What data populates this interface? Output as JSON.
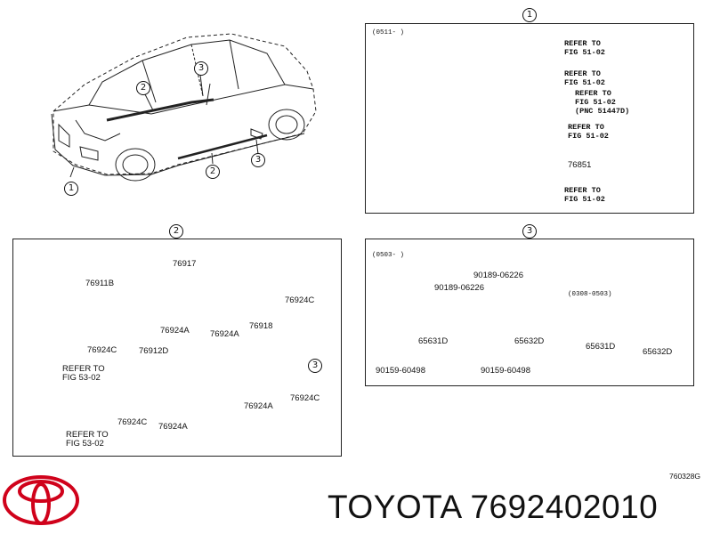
{
  "callouts": {
    "one": "1",
    "two": "2",
    "three": "3"
  },
  "panel_front": {
    "header": "(0511-      )",
    "refer_to": "REFER TO",
    "fig_51_02": "FIG 51-02",
    "pnc": "(PNC 51447D)",
    "part_76851": "76851"
  },
  "panel_side": {
    "p76917": "76917",
    "p76911B": "76911B",
    "p76924C": "76924C",
    "p76924A": "76924A",
    "p76918": "76918",
    "p76912D": "76912D",
    "refer_to": "REFER TO",
    "fig_53_02": "FIG 53-02"
  },
  "panel_rear": {
    "header_main": "(0503-      )",
    "header_sub": "(0308-0503)",
    "p90189": "90189-06226",
    "p65631D": "65631D",
    "p65632D": "65632D",
    "p90159": "90159-60498"
  },
  "drawing_code": "760328G",
  "brand": {
    "name": "TOYOTA",
    "part_number": "7692402010",
    "logo": "toyota-logo",
    "logo_color": "#d0021b"
  }
}
